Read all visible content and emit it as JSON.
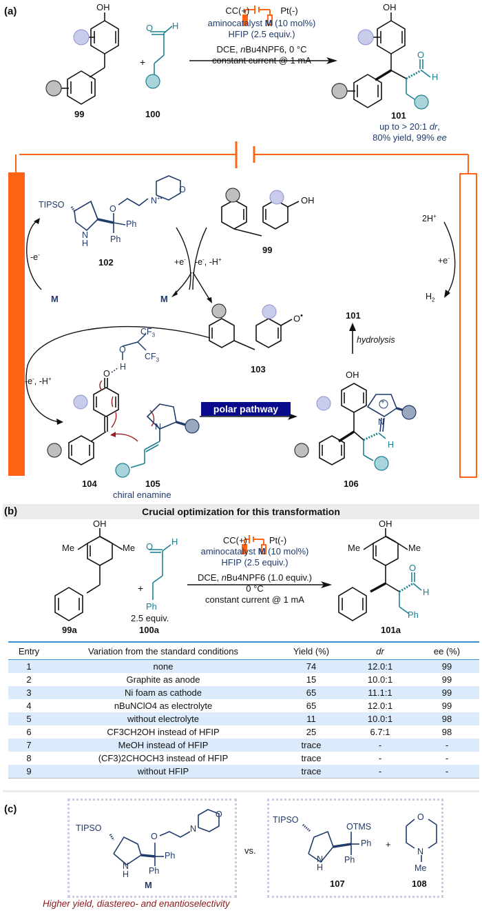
{
  "panel_a": {
    "label": "(a)",
    "reactant_1": "99",
    "reactant_2": "100",
    "product": "101",
    "plus": "+",
    "conditions": {
      "anode": "CC(+)",
      "cathode": "Pt(-)",
      "catalyst_pre": "aminocatalyst ",
      "catalyst_bold": "M",
      "catalyst_post": " (10 mol%)",
      "additive": "HFIP (2.5 equiv.)",
      "solvent_pre": "DCE, ",
      "solvent_n": "n",
      "solvent_post": "Bu4NPF6, 0 °C",
      "current": "constant current @ 1 mA"
    },
    "outcome_line1_pre": "up to > 20:1 ",
    "outcome_line1_it": "dr",
    "outcome_line1_post": ",",
    "outcome_line2_pre": "80% yield, 99% ",
    "outcome_line2_it": "ee",
    "mechanism": {
      "cmp_102": "102",
      "cmp_99": "99",
      "cmp_103": "103",
      "cmp_101": "101",
      "cmp_104": "104",
      "cmp_105": "105",
      "cmp_106": "106",
      "chiral_enamine": "chiral enamine",
      "M_left": "M",
      "M_mid": "M",
      "minus_e": "-e-",
      "plus_e_left": "+e-",
      "minus_e_minus_H": "-e-, -H+",
      "minus_e_minus_H_2": "-e-, -H+",
      "two_H_plus": "2H+",
      "plus_e_right": "+e-",
      "H2": "H2",
      "hydrolysis": "hydrolysis",
      "polar_pathway": "polar pathway",
      "TIPSO": "TIPSO",
      "Ph": "Ph",
      "OH": "OH",
      "CF3": "CF3"
    },
    "colors": {
      "electrode_orange": "#ff6414",
      "navy": "#1f3a6b",
      "teal": "#1a8090",
      "lavender_circle": "#c9cbeb",
      "gray_circle": "#bfbfbf",
      "teal_circle": "#a9d4d9",
      "slate_circle": "#9aa8bd",
      "arrow_red": "#9b1c1c",
      "pathway_bg": "#0a0a8c"
    }
  },
  "panel_b": {
    "label": "(b)",
    "title": "Crucial optimization for this transformation",
    "reactant_1": "99a",
    "reactant_2": "100a",
    "reactant_2_equiv": "2.5 equiv.",
    "product": "101a",
    "conditions": {
      "anode": "CC(+)",
      "cathode": "Pt(-)",
      "catalyst_pre": "aminocatalyst ",
      "catalyst_bold": "M",
      "catalyst_post": " (10 mol%)",
      "additive": "HFIP (2.5 equiv.)",
      "solvent_pre": "DCE, ",
      "solvent_n": "n",
      "solvent_post": "Bu4NPF6 (1.0 equiv.)",
      "temp": "0 °C",
      "current": "constant current @ 1 mA"
    },
    "table": {
      "headers": [
        "Entry",
        "Variation from the standard conditions",
        "Yield (%)",
        "dr",
        "ee (%)"
      ],
      "rows": [
        [
          "1",
          "none",
          "74",
          "12.0:1",
          "99"
        ],
        [
          "2",
          "Graphite as anode",
          "15",
          "10.0:1",
          "99"
        ],
        [
          "3",
          "Ni foam as cathode",
          "65",
          "11.1:1",
          "99"
        ],
        [
          "4",
          "nBuNClO4 as electrolyte",
          "65",
          "12.0:1",
          "99"
        ],
        [
          "5",
          "without electrolyte",
          "11",
          "10.0:1",
          "98"
        ],
        [
          "6",
          "CF3CH2OH instead of HFIP",
          "25",
          "6.7:1",
          "98"
        ],
        [
          "7",
          "MeOH instead of HFIP",
          "trace",
          "-",
          "-"
        ],
        [
          "8",
          "(CF3)2CHOCH3 instead of HFIP",
          "trace",
          "-",
          "-"
        ],
        [
          "9",
          "without HFIP",
          "trace",
          "-",
          "-"
        ]
      ]
    }
  },
  "panel_c": {
    "label": "(c)",
    "catalyst_M": "M",
    "vs": "vs.",
    "cmp_107": "107",
    "cmp_108": "108",
    "OTMS": "OTMS",
    "Me": "Me",
    "caption": "Higher yield, diastereo- and enantioselectivity"
  }
}
